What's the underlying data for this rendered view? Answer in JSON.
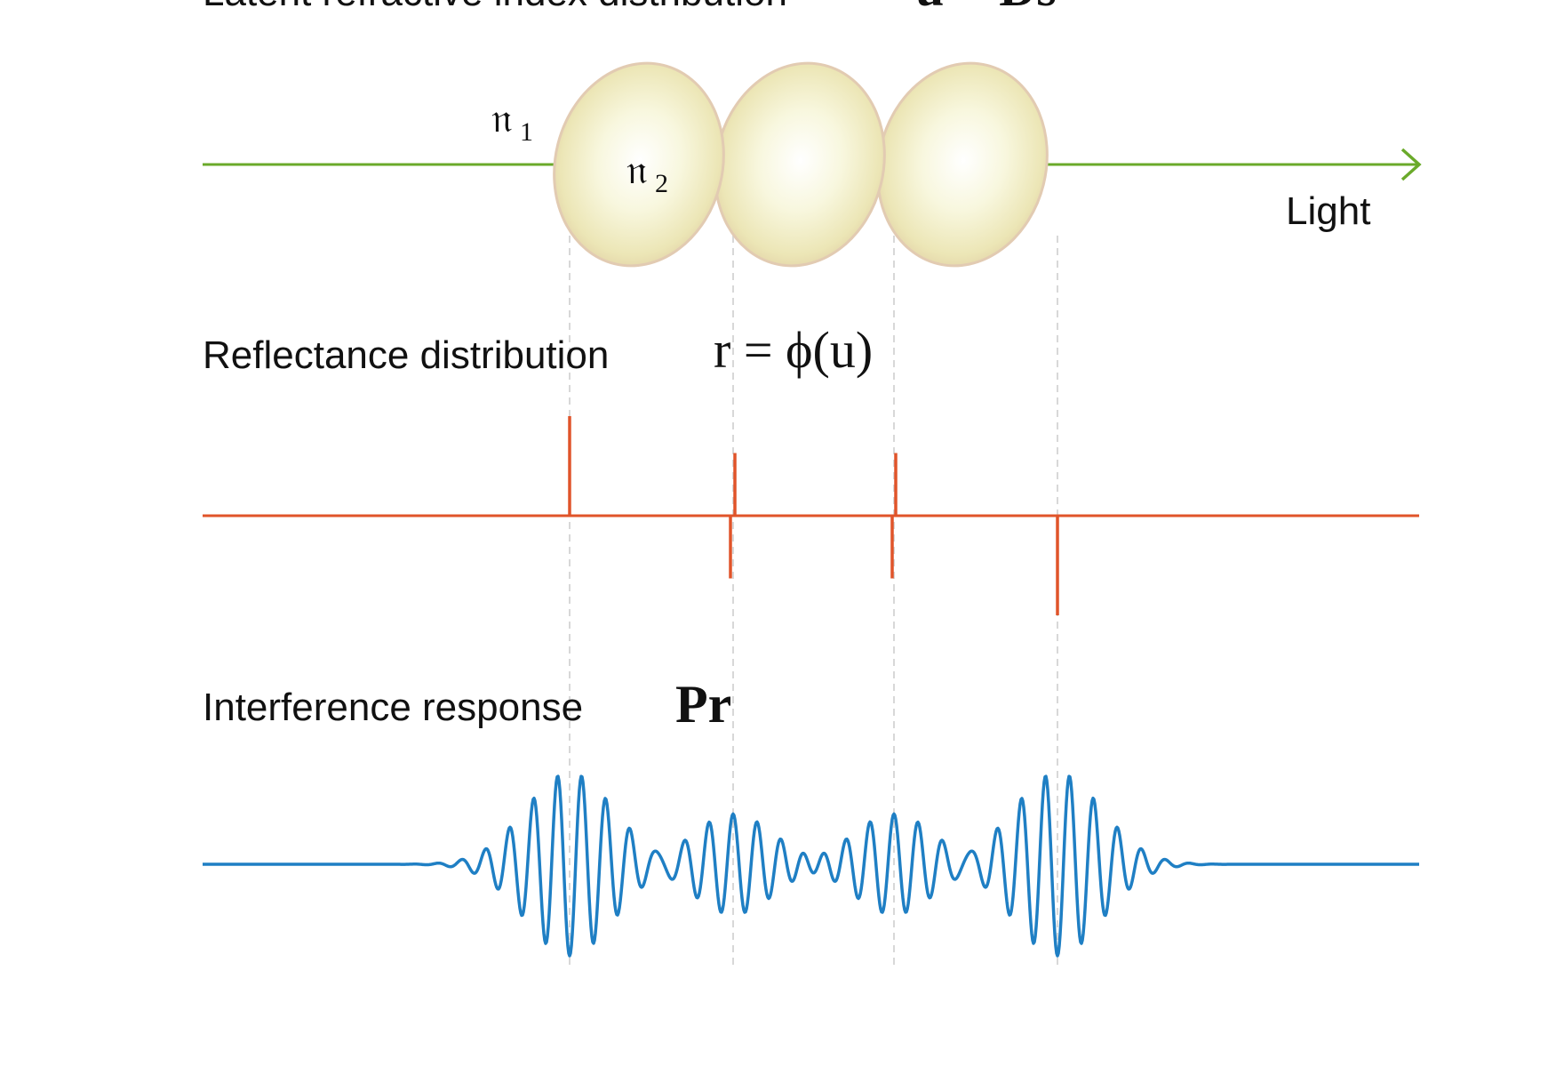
{
  "sections": {
    "latent": {
      "label": "Latent refractive index distribution",
      "formula": "u = Ds"
    },
    "reflectance": {
      "label": "Reflectance distribution",
      "formula": "r = ϕ(u)"
    },
    "interference": {
      "label": "Interference response",
      "formula": "Pr"
    }
  },
  "annotations": {
    "n1_base": "𝔫",
    "n1_sub": "1",
    "n2_base": "𝔫",
    "n2_sub": "2",
    "light": "Light"
  },
  "colors": {
    "light_line": "#6aaa2a",
    "reflectance_line": "#e0542a",
    "interference_line": "#1f7fc4",
    "guide_line": "#d8d8d8",
    "particle_center": "#ffffff",
    "particle_mid": "#f4f2cc",
    "particle_edge": "#e6dfae",
    "particle_rim": "#e2c9b1"
  },
  "reflectance_spikes": [
    {
      "sign": "positive",
      "magnitude": 1.0
    },
    {
      "sign": "positive",
      "magnitude": 0.63
    },
    {
      "sign": "negative",
      "magnitude": 0.63
    },
    {
      "sign": "positive",
      "magnitude": 0.63
    },
    {
      "sign": "negative",
      "magnitude": 0.63
    },
    {
      "sign": "negative",
      "magnitude": 1.0
    }
  ],
  "particle_count": 3
}
